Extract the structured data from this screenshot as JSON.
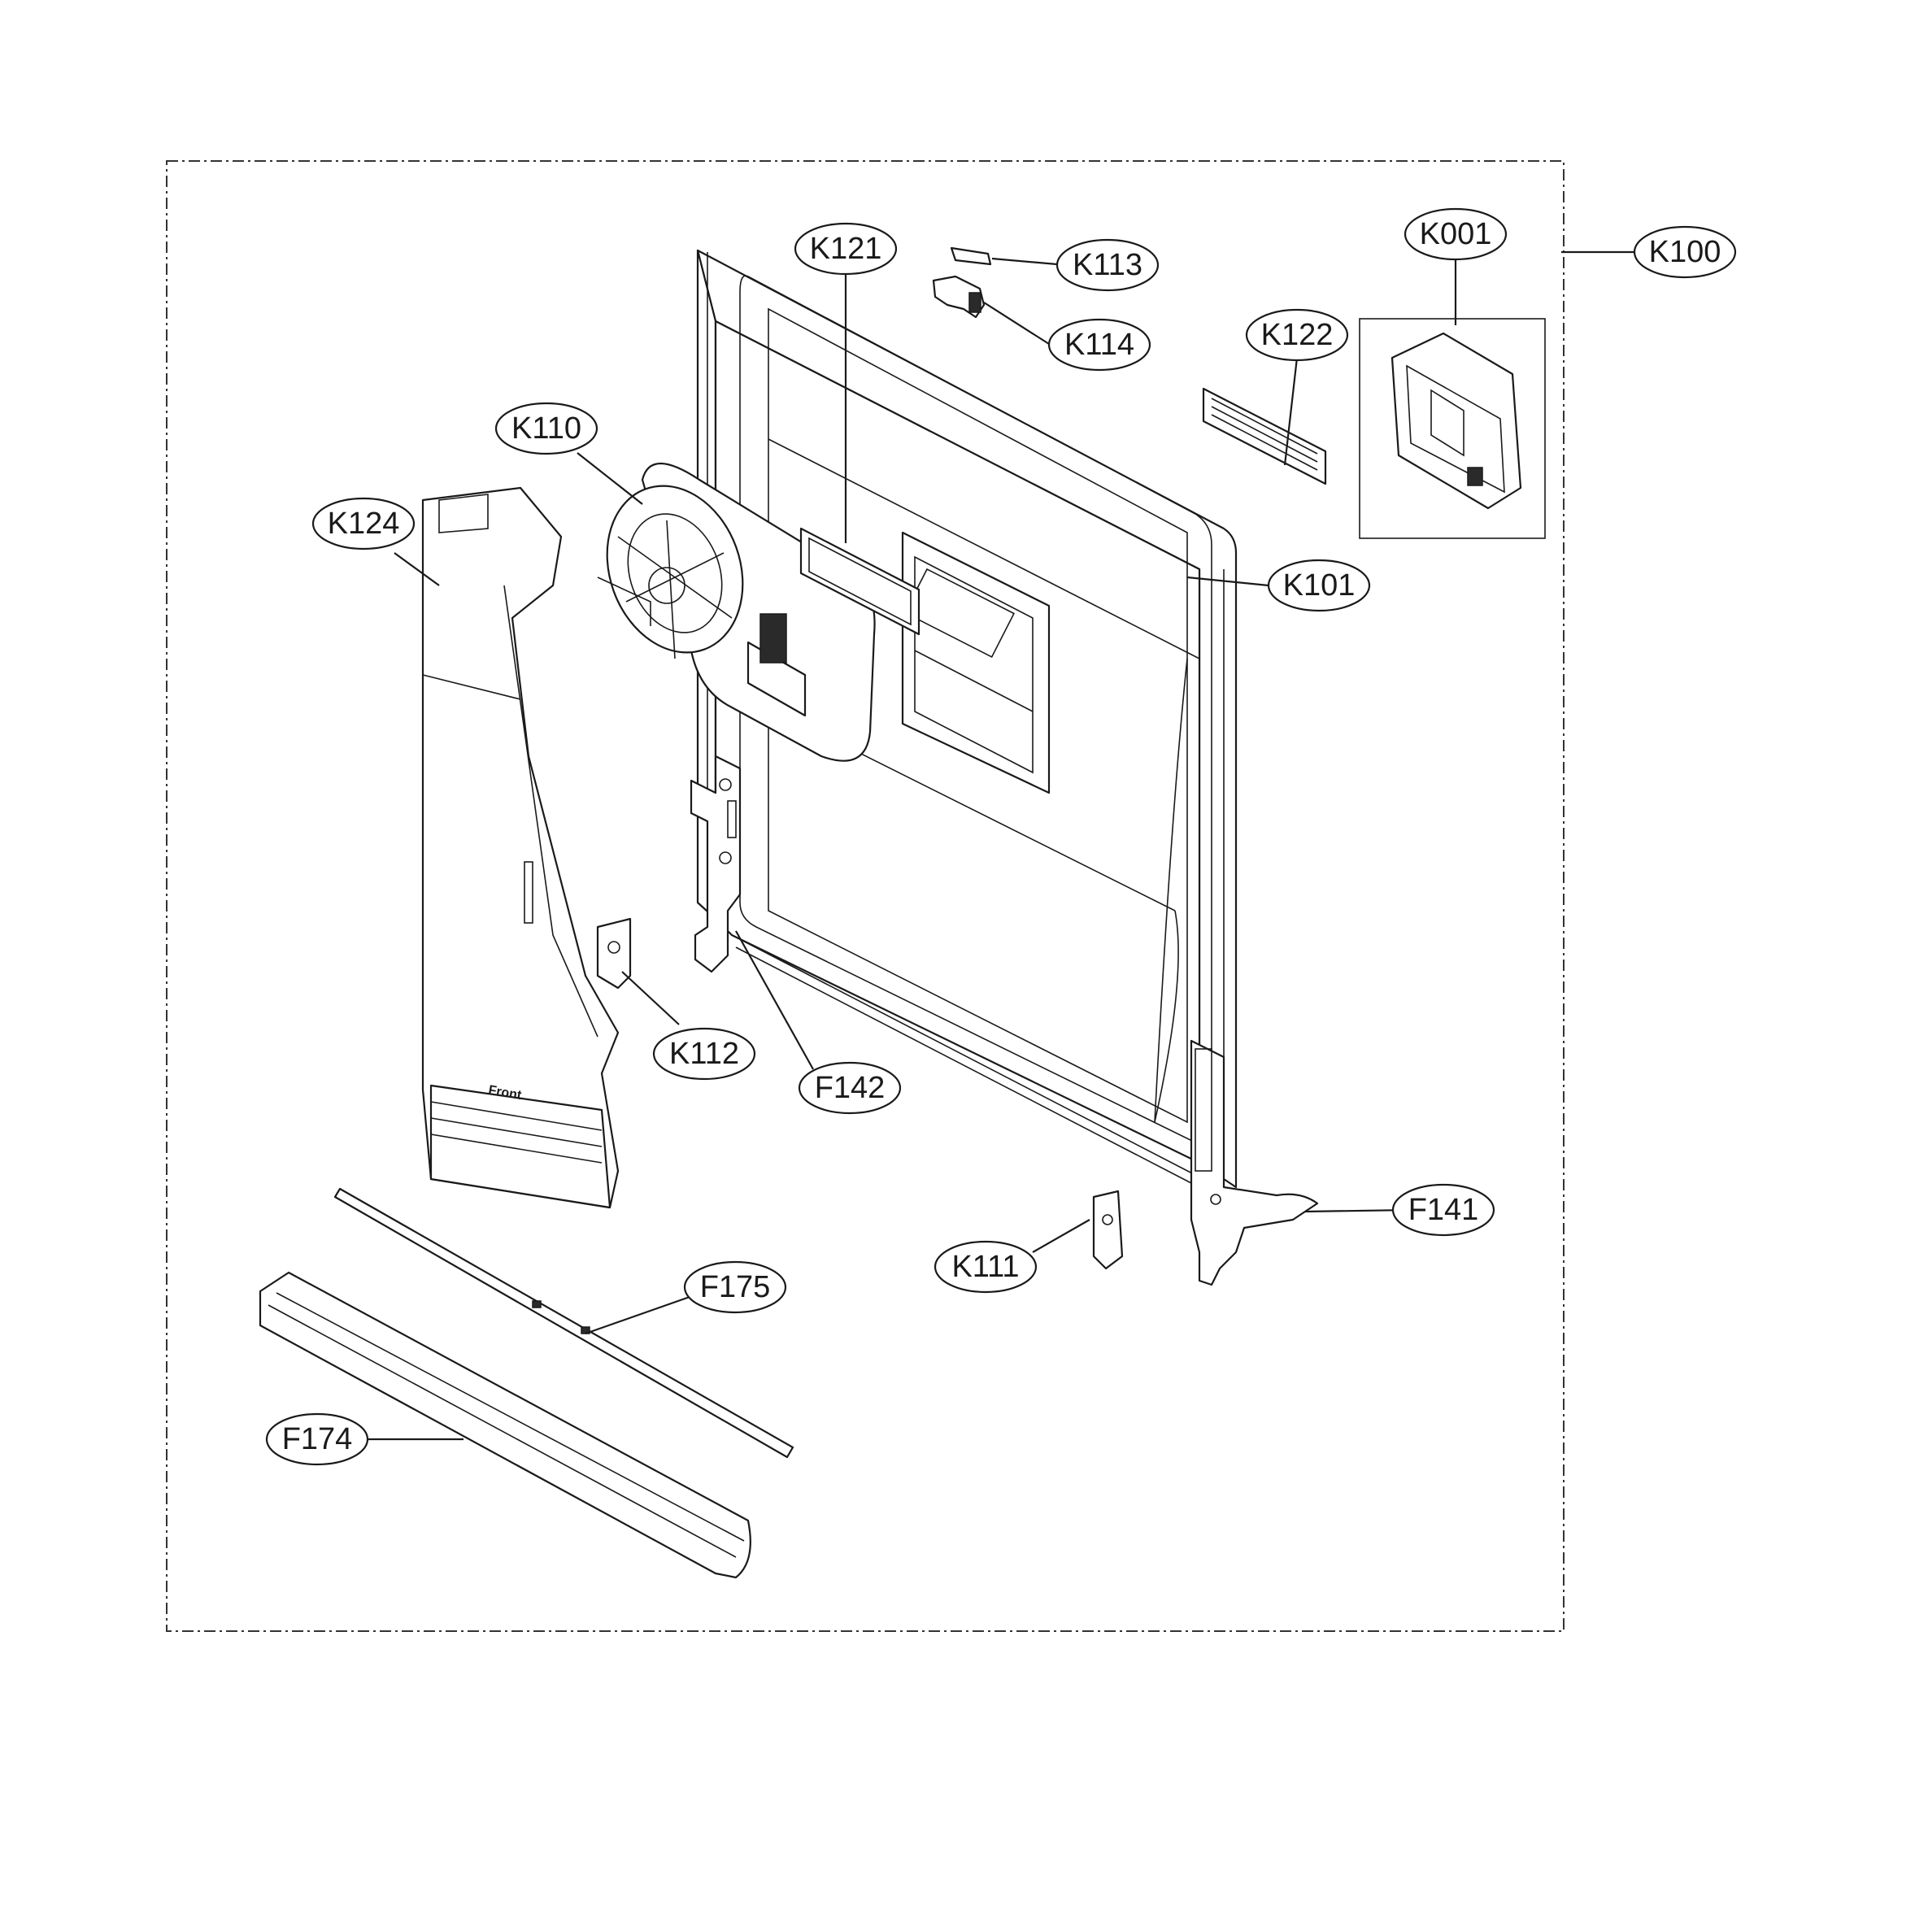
{
  "diagram": {
    "labels": {
      "k001": "K001",
      "k100": "K100",
      "k101": "K101",
      "k110": "K110",
      "k111": "K111",
      "k112": "K112",
      "k113": "K113",
      "k114": "K114",
      "k121": "K121",
      "k122": "K122",
      "k124": "K124",
      "f141": "F141",
      "f142": "F142",
      "f174": "F174",
      "f175": "F175"
    },
    "duct_marking": "Front"
  }
}
